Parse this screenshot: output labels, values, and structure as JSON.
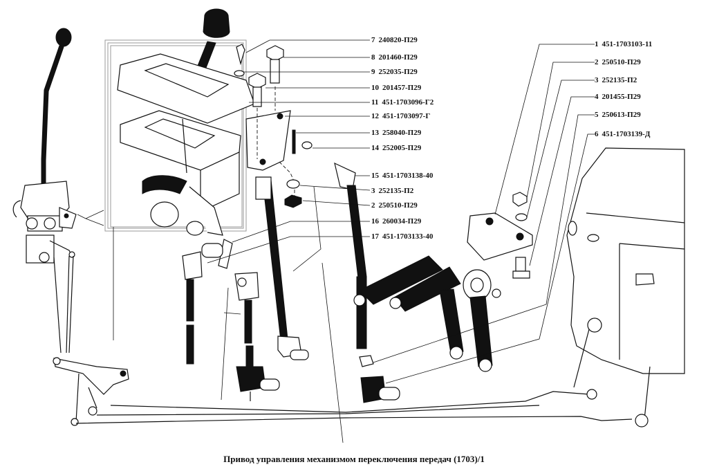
{
  "diagram": {
    "caption": "Привод управления механизмом переключения передач (1703)/1",
    "labels_center": [
      {
        "num": "7",
        "part": "240820-П29"
      },
      {
        "num": "8",
        "part": "201460-П29"
      },
      {
        "num": "9",
        "part": "252035-П29"
      },
      {
        "num": "10",
        "part": "201457-П29"
      },
      {
        "num": "11",
        "part": "451-1703096-Г2"
      },
      {
        "num": "12",
        "part": "451-1703097-Г"
      },
      {
        "num": "13",
        "part": "258040-П29"
      },
      {
        "num": "14",
        "part": "252005-П29"
      },
      {
        "num": "15",
        "part": "451-1703138-40"
      },
      {
        "num": "3",
        "part": "252135-П2"
      },
      {
        "num": "2",
        "part": "250510-П29"
      },
      {
        "num": "16",
        "part": "260034-П29"
      },
      {
        "num": "17",
        "part": "451-1703133-40"
      }
    ],
    "labels_right": [
      {
        "num": "1",
        "part": "451-1703103-11"
      },
      {
        "num": "2",
        "part": "250510-П29"
      },
      {
        "num": "3",
        "part": "252135-П2"
      },
      {
        "num": "4",
        "part": "201455-П29"
      },
      {
        "num": "5",
        "part": "250613-П29"
      },
      {
        "num": "6",
        "part": "451-1703139-Д"
      }
    ]
  }
}
